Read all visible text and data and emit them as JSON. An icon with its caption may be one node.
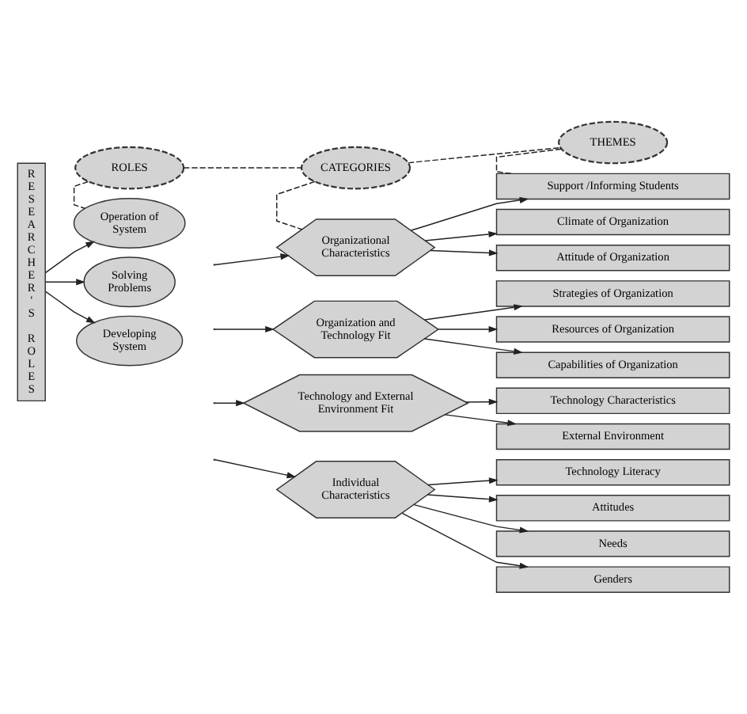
{
  "diagram": {
    "nodes": [
      {
        "text": [
          "ROLES"
        ]
      },
      {
        "text": [
          "CATEGORIES"
        ]
      },
      {
        "text": [
          "THEMES"
        ]
      },
      {
        "text": [
          "RESEARCHER'S ROLES"
        ]
      },
      {
        "text": [
          "Operation of System"
        ]
      },
      {
        "text": [
          "Solving Problems"
        ]
      },
      {
        "text": [
          "Developing System"
        ]
      },
      {
        "text": [
          "Organizational Characteristics"
        ]
      },
      {
        "text": [
          "Support /Informing Students"
        ]
      },
      {
        "text": [
          "Climate of Organization"
        ]
      },
      {
        "text": [
          "Attitude of Organization"
        ]
      },
      {
        "text": [
          "Organization and Technology Fit"
        ]
      },
      {
        "text": [
          "Strategies of Organization"
        ]
      },
      {
        "text": [
          "Resources of Organization"
        ]
      },
      {
        "text": [
          "Capabilities of Organization"
        ]
      },
      {
        "text": [
          "Technology and External Environment Fit"
        ]
      },
      {
        "text": [
          "Technology Characteristics"
        ]
      },
      {
        "text": [
          "External Environment"
        ]
      },
      {
        "text": [
          "Individual Characteristics"
        ]
      },
      {
        "text": [
          "Technology Literacy"
        ]
      },
      {
        "text": [
          "Attitudes"
        ]
      },
      {
        "text": [
          "Needs"
        ]
      },
      {
        "text": [
          "Genders"
        ]
      }
    ],
    "edges": [
      {
        "from": 0,
        "to": 1,
        "arrow": "none",
        "style": "dashed"
      },
      {
        "from": 1,
        "to": 2,
        "arrow": "none",
        "style": "dashed"
      },
      {
        "from": 0,
        "to": 4,
        "arrow": "none",
        "style": "dashed"
      },
      {
        "from": 1,
        "to": 7,
        "arrow": "none",
        "style": "dashed"
      },
      {
        "from": 2,
        "to": 8,
        "arrow": "none",
        "style": "dashed"
      },
      {
        "from": 3,
        "to": 4,
        "arrow": "to"
      },
      {
        "from": 3,
        "to": 5,
        "arrow": "to"
      },
      {
        "from": 3,
        "to": 6,
        "arrow": "to"
      },
      {
        "from": null,
        "to": 7,
        "arrow": "to"
      },
      {
        "from": null,
        "to": 11,
        "arrow": "to"
      },
      {
        "from": null,
        "to": 15,
        "arrow": "to"
      },
      {
        "from": null,
        "to": 18,
        "arrow": "to"
      },
      {
        "from": 7,
        "to": 8,
        "arrow": "to"
      },
      {
        "from": 7,
        "to": 9,
        "arrow": "to"
      },
      {
        "from": 7,
        "to": 10,
        "arrow": "to"
      },
      {
        "from": 11,
        "to": 12,
        "arrow": "to"
      },
      {
        "from": 11,
        "to": 13,
        "arrow": "to"
      },
      {
        "from": 11,
        "to": 14,
        "arrow": "to"
      },
      {
        "from": 15,
        "to": 16,
        "arrow": "to"
      },
      {
        "from": 15,
        "to": 17,
        "arrow": "to"
      },
      {
        "from": 18,
        "to": 19,
        "arrow": "to"
      },
      {
        "from": 18,
        "to": 20,
        "arrow": "to"
      },
      {
        "from": 18,
        "to": 21,
        "arrow": "to"
      },
      {
        "from": 18,
        "to": 22,
        "arrow": "to"
      }
    ]
  }
}
